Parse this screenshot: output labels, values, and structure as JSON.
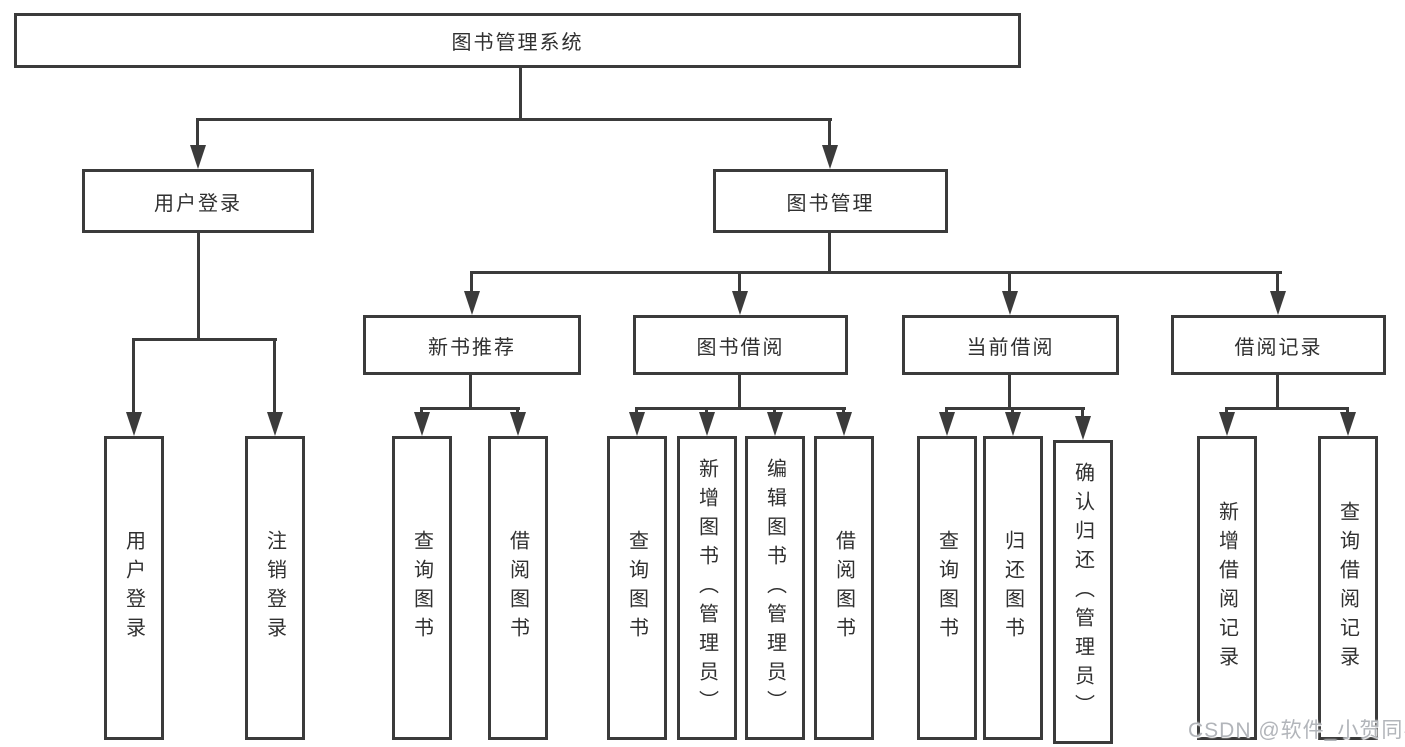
{
  "boxes": {
    "root": "图书管理系统",
    "user_login": "用户登录",
    "book_mgmt": "图书管理",
    "new_book_rec": "新书推荐",
    "book_borrowing": "图书借阅",
    "current_borrowing": "当前借阅",
    "borrow_records": "借阅记录"
  },
  "leaves": {
    "user_login": "用户登录",
    "logout": "注销登录",
    "rec_query_book": "查询图书",
    "rec_borrow_book": "借阅图书",
    "bor_query_book": "查询图书",
    "bor_add_book": "新增图书（管理员）",
    "bor_edit_book": "编辑图书（管理员）",
    "bor_borrow_book": "借阅图书",
    "cur_query_book": "查询图书",
    "cur_return_book": "归还图书",
    "cur_confirm_return": "确认归还（管理员）",
    "rcd_add_record": "新增借阅记录",
    "rcd_query_record": "查询借阅记录"
  },
  "watermark": "CSDN @软件_小贺同学",
  "colors": {
    "line": "#3b3b3b",
    "text": "#303030",
    "watermark": "#b2b5ba",
    "background": "#ffffff"
  }
}
